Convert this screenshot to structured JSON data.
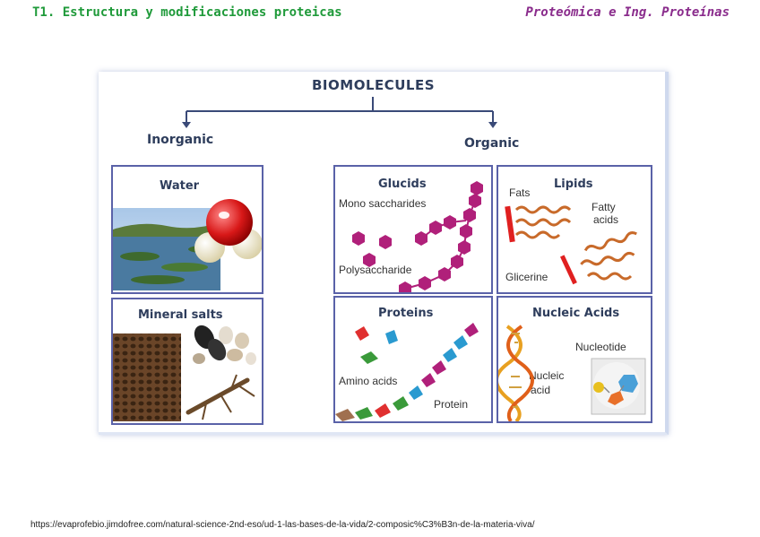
{
  "header": {
    "left": "T1. Estructura y modificaciones proteicas",
    "right": "Proteómica e Ing. Proteínas"
  },
  "diagram": {
    "title": "BIOMOLECULES",
    "inorganic": "Inorganic",
    "organic": "Organic",
    "water": "Water",
    "mineral_salts": "Mineral salts",
    "glucids": {
      "title": "Glucids",
      "mono": "Mono saccharides",
      "poly": "Polysaccharide"
    },
    "lipids": {
      "title": "Lipids",
      "fats": "Fats",
      "fatty_acids_1": "Fatty",
      "fatty_acids_2": "acids",
      "glicerine": "Glicerine"
    },
    "proteins": {
      "title": "Proteins",
      "amino": "Amino acids",
      "protein": "Protein"
    },
    "nucleic": {
      "title": "Nucleic Acids",
      "nucleotide": "Nucleotide",
      "nucleic_1": "Nucleic",
      "nucleic_2": "acid"
    }
  },
  "footer": {
    "url": "https://evaprofebio.jimdofree.com/natural-science-2nd-eso/ud-1-las-bases-de-la-vida/2-composic%C3%B3n-de-la-materia-viva/"
  }
}
